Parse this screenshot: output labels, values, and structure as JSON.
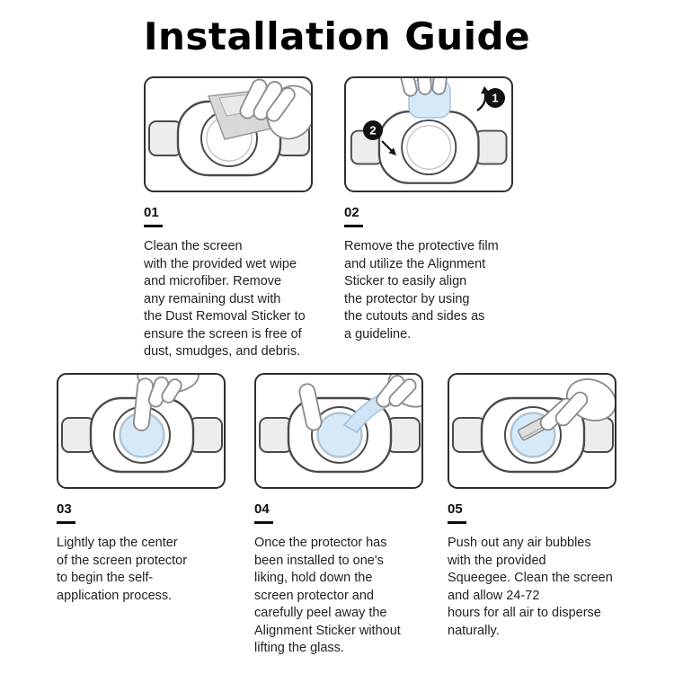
{
  "page": {
    "title": "Installation Guide"
  },
  "colors": {
    "film_blue": "#d6e9f8",
    "film_blue_stroke": "#a3c3dd",
    "wipe_gray": "#d8d8d8",
    "outline_dark": "#2e2e2e",
    "badge_black": "#111111"
  },
  "steps": [
    {
      "number": "01",
      "illustration": "clean-screen-with-wet-wipe",
      "text": "Clean the screen\nwith the provided wet wipe\nand microfiber. Remove\nany remaining dust with\nthe Dust Removal Sticker to\nensure the screen is free of\ndust, smudges, and debris."
    },
    {
      "number": "02",
      "illustration": "align-protector-with-alignment-sticker",
      "badges": {
        "one": "1",
        "two": "2"
      },
      "text": "Remove the protective film\nand utilize the Alignment\nSticker to easily align\nthe protector by using\nthe cutouts and sides as\na guideline."
    },
    {
      "number": "03",
      "illustration": "tap-center-of-protector",
      "text": "Lightly tap the center\nof the screen protector\nto begin the self-\napplication process."
    },
    {
      "number": "04",
      "illustration": "peel-away-alignment-sticker",
      "text": "Once the protector has\nbeen installed to one's\nliking, hold down the\nscreen protector and\ncarefully peel away the\nAlignment Sticker without\nlifting the glass."
    },
    {
      "number": "05",
      "illustration": "push-out-air-bubbles-with-squeegee",
      "text": "Push out any air bubbles\nwith the provided\nSqueegee. Clean the screen\nand allow 24-72\nhours for all air to disperse\nnaturally."
    }
  ]
}
